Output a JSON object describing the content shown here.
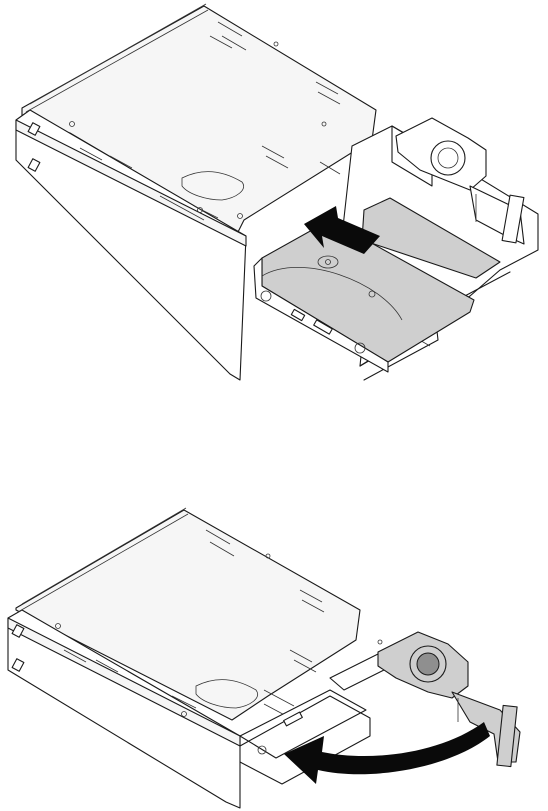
{
  "figure": {
    "steps": [
      {
        "id": "step-1",
        "action": "slide-drive-into-bracket",
        "arrow": "straight-left-up"
      },
      {
        "id": "step-2",
        "action": "close-bracket-handle",
        "arrow": "curved-left"
      }
    ]
  },
  "colors": {
    "line": "#1a1a1a",
    "highlight_gray": "#cfcfcf",
    "arrow": "#0a0a0a",
    "background": "#ffffff"
  }
}
